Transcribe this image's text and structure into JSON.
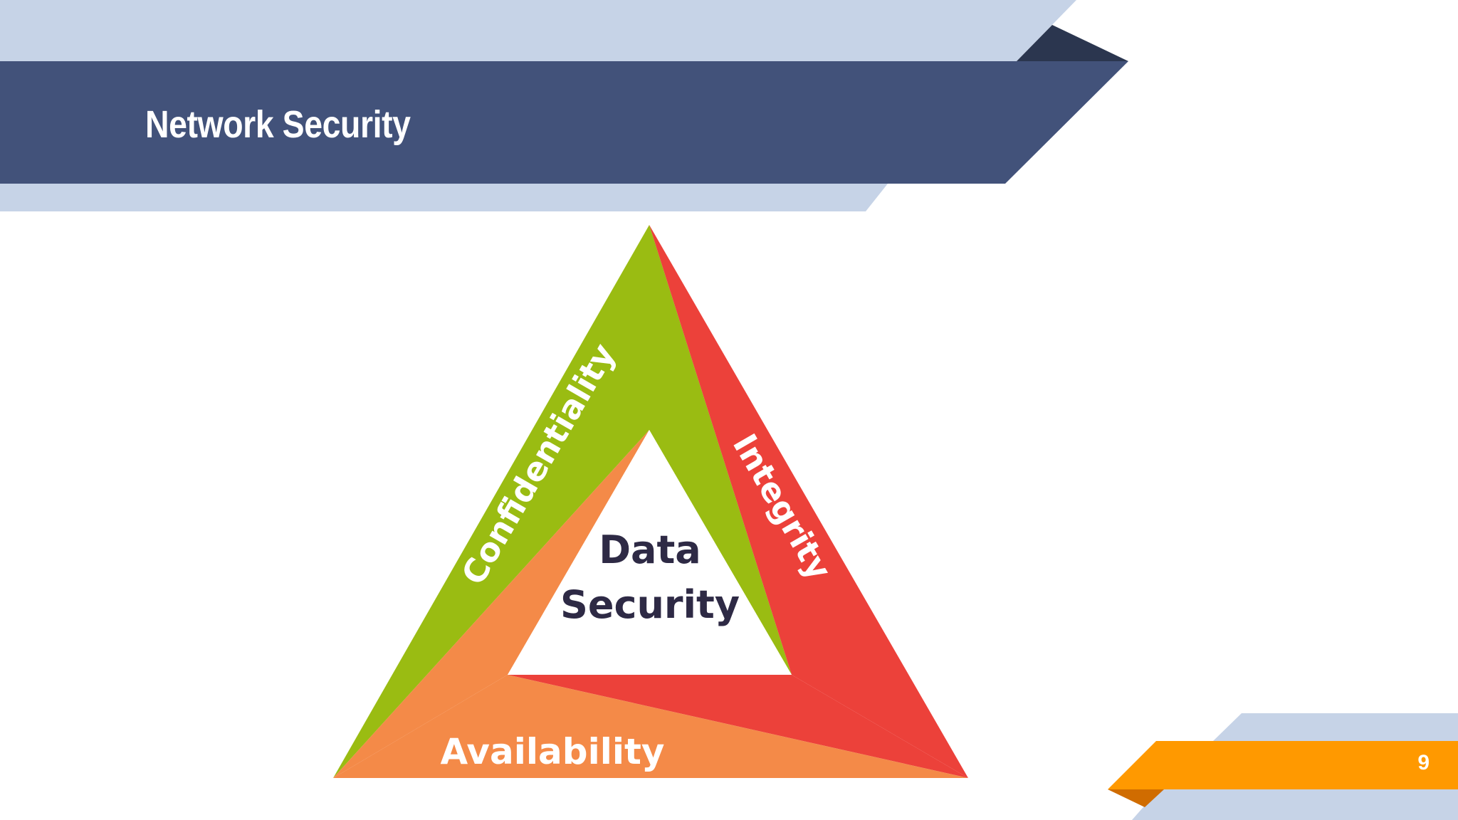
{
  "slide": {
    "title": "Network Security",
    "page_number": "9"
  },
  "diagram": {
    "segments": [
      {
        "label": "Confidentiality",
        "color": "#9ABC12"
      },
      {
        "label": "Integrity",
        "color": "#EC413A"
      },
      {
        "label": "Availability",
        "color": "#F48A48"
      }
    ],
    "center_line1": "Data",
    "center_line2": "Security"
  },
  "theme": {
    "header_dark": "#42527A",
    "header_light": "#C6D3E7",
    "header_shadow": "#2B364F",
    "footer_accent": "#FF9900",
    "footer_shadow": "#D06C00",
    "center_text": "#2E2A45"
  }
}
